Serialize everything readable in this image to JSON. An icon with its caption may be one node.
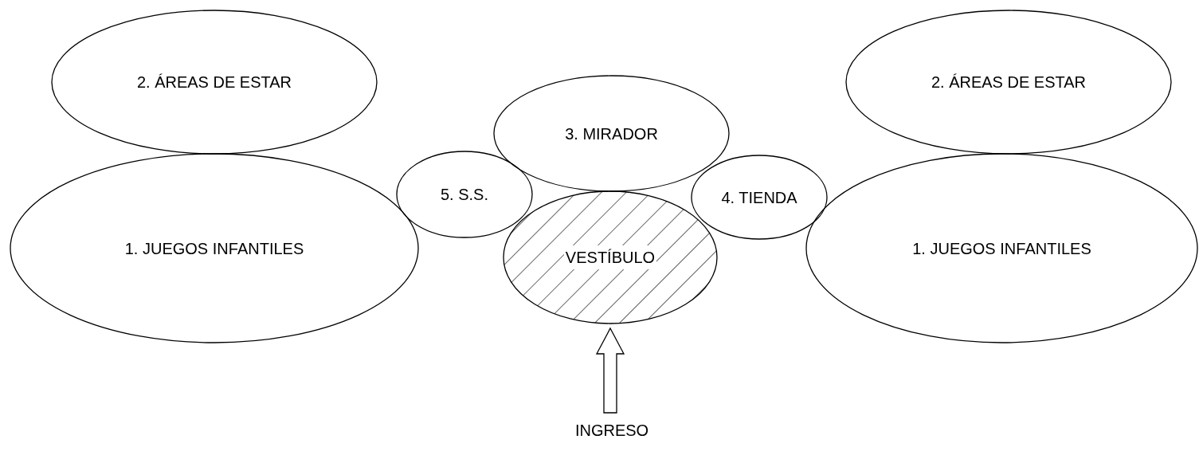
{
  "diagram": {
    "nodes": [
      {
        "text": [
          "2. ÁREAS DE ESTAR"
        ]
      },
      {
        "text": [
          "2. ÁREAS DE ESTAR"
        ]
      },
      {
        "text": [
          "3. MIRADOR"
        ]
      },
      {
        "text": [
          "5. S.S."
        ]
      },
      {
        "text": [
          "4. TIENDA"
        ]
      },
      {
        "text": [
          "1. JUEGOS INFANTILES"
        ]
      },
      {
        "text": [
          "VESTÍBULO"
        ]
      },
      {
        "text": [
          "1. JUEGOS INFANTILES"
        ]
      },
      {
        "text": [
          "INGRESO"
        ]
      }
    ],
    "edges": [
      {
        "from": 8,
        "to": 6,
        "arrow": "to"
      }
    ]
  }
}
